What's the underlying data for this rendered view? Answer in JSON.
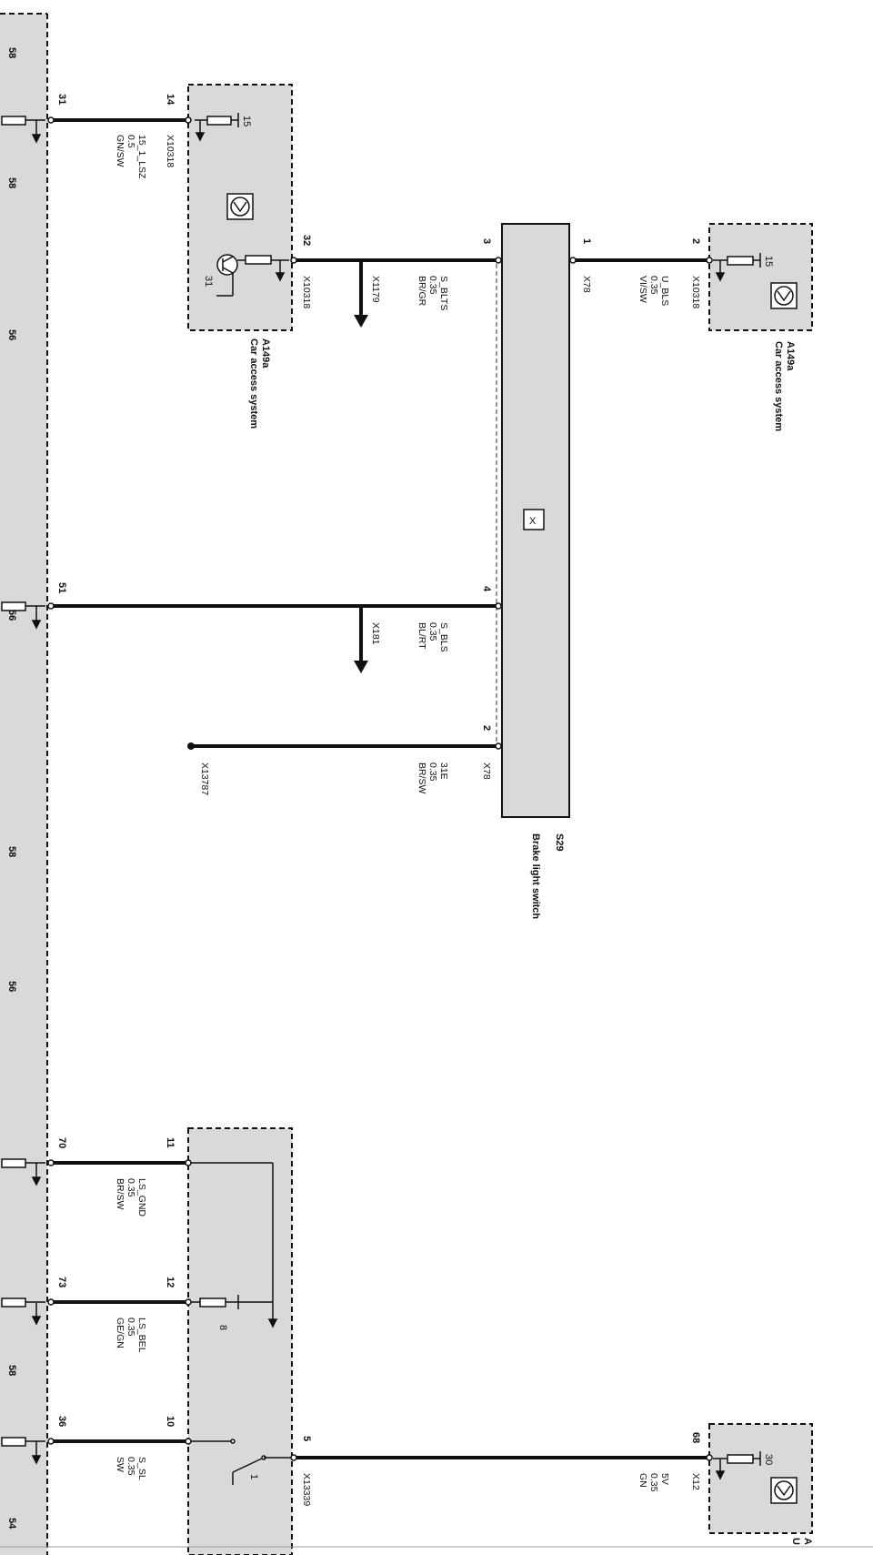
{
  "colors": {
    "module_fill": "#d9d9d9",
    "line": "#111111",
    "background": "#ffffff"
  },
  "left_strip": {
    "markers": [
      "58",
      "58",
      "56",
      "56",
      "58",
      "56",
      "58",
      "54"
    ]
  },
  "components": {
    "car_access_top": {
      "id": "A149a",
      "name": "Car access system"
    },
    "car_access_right": {
      "id": "A149a",
      "name": "Car access system"
    },
    "brake_switch": {
      "id": "S29",
      "name": "Brake light switch",
      "symbol": "X"
    }
  },
  "wires": {
    "w15_1": {
      "pin_left": "31",
      "pin_right": "14",
      "connector": "X10318",
      "signal": "15_1_LSZ",
      "gauge": "0.5",
      "color": "GN/SW",
      "fuse_ref": "15"
    },
    "s_blts": {
      "pin_left": "32",
      "pin_right": "3",
      "connector": "X10318",
      "signal": "S_BLTS",
      "gauge": "0.35",
      "color": "BR/GR",
      "branch": "X1179",
      "gnd_ref": "31"
    },
    "u_bls": {
      "pin_left": "1",
      "pin_right": "2",
      "connector_left": "X78",
      "connector_right": "X10318",
      "signal": "U_BLS",
      "gauge": "0.35",
      "color": "VI/SW",
      "fuse_ref": "15"
    },
    "s_bls": {
      "pin_left": "51",
      "pin_right": "4",
      "signal": "S_BLS",
      "gauge": "0.35",
      "color": "BL/RT",
      "branch": "X181"
    },
    "gnd_31e": {
      "pin_right": "2",
      "connector": "X78",
      "ground_ref": "X13787",
      "signal": "31E",
      "gauge": "0.35",
      "color": "BR/SW"
    },
    "ls_gnd": {
      "pin_left": "70",
      "pin_right": "11",
      "signal": "LS_GND",
      "gauge": "0.35",
      "color": "BR/SW"
    },
    "ls_bel": {
      "pin_left": "73",
      "pin_right": "12",
      "signal": "LS_BEL",
      "gauge": "0.35",
      "color": "GE/GN",
      "ref": "8"
    },
    "s_sl": {
      "pin_left": "36",
      "pin_right": "10",
      "connector": "X13339",
      "signal": "S_SL",
      "gauge": "0.35",
      "color": "SW",
      "switch_ref": "1"
    },
    "v5": {
      "pin_left": "5",
      "pin_right": "68",
      "connector": "X12",
      "signal": "5V",
      "gauge": "0.35",
      "color": "GN",
      "fuse_ref": "30"
    }
  },
  "corner": {
    "line1": "A",
    "line2": "U"
  }
}
